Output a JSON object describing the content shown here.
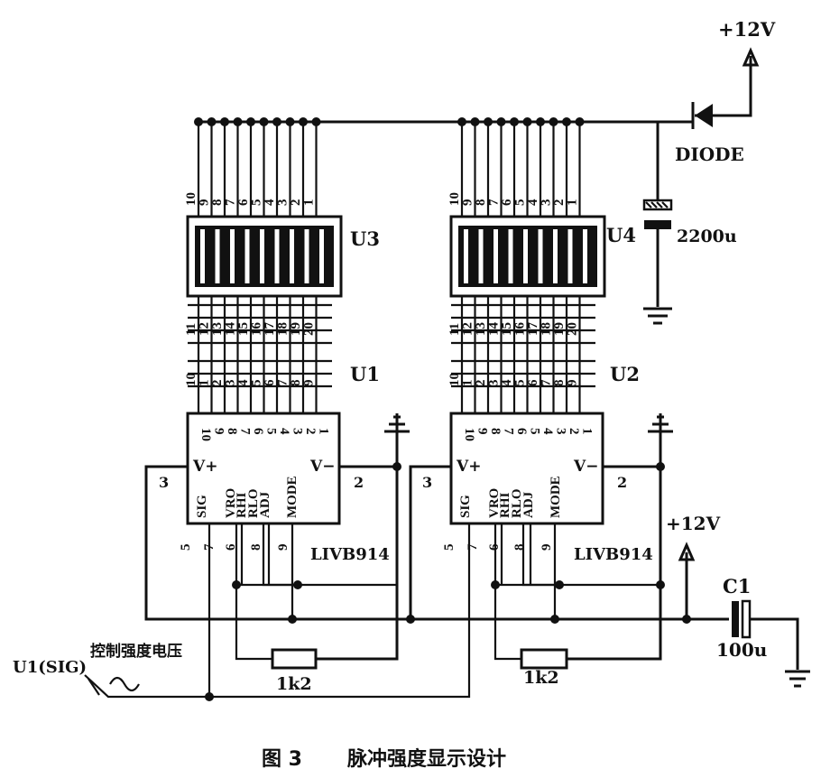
{
  "supply": {
    "label": "+12V"
  },
  "supply_right": {
    "label": "+12V"
  },
  "diode": {
    "label": "DIODE"
  },
  "bargraph": {
    "left_name": "U3",
    "right_name": "U4"
  },
  "bargraph_top_pins": [
    "10",
    "9",
    "8",
    "7",
    "6",
    "5",
    "4",
    "3",
    "2",
    "1"
  ],
  "bargraph_bottom_pins": [
    "11",
    "12",
    "13",
    "14",
    "15",
    "16",
    "17",
    "18",
    "19",
    "20"
  ],
  "driver_connector_pins": [
    "10",
    "1",
    "2",
    "3",
    "4",
    "5",
    "6",
    "7",
    "8",
    "9"
  ],
  "driver": {
    "left_name": "U1",
    "right_name": "U2",
    "part": "LIVB914",
    "top_pins": [
      "10",
      "9",
      "8",
      "7",
      "6",
      "5",
      "4",
      "3",
      "2",
      "1"
    ],
    "vplus": "V+",
    "vminus": "V−",
    "inner_pins": [
      "SIG",
      "VRO",
      "RHI",
      "RLO",
      "ADJ",
      "MODE"
    ],
    "pin_vplus": "3",
    "pin_vminus": "2",
    "bottom_pins": [
      "5",
      "7",
      "6",
      "8",
      "9"
    ]
  },
  "capacitor_big": {
    "value": "2200u"
  },
  "capacitor_c1": {
    "name": "C1",
    "value": "100u"
  },
  "resistor": {
    "left_value": "1k2",
    "right_value": "1k2"
  },
  "input": {
    "label": "U1(SIG)",
    "desc": "控制强度电压"
  },
  "caption": {
    "figure": "图 3",
    "title": "脉冲强度显示设计"
  }
}
